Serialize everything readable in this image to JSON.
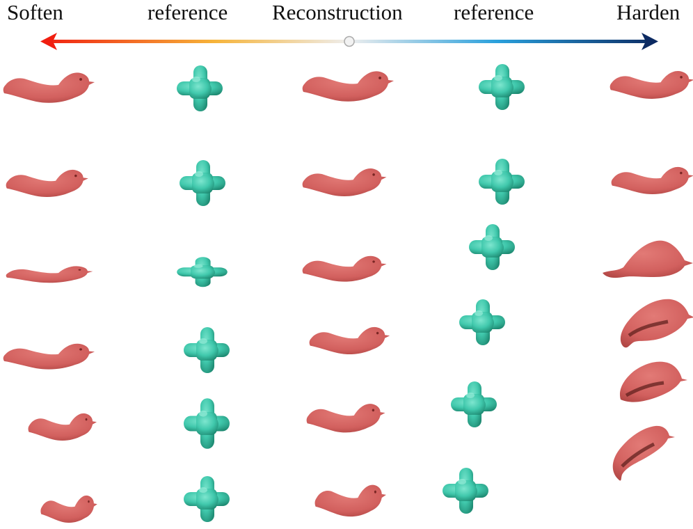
{
  "header": {
    "soften": "Soften",
    "reference_left": "reference",
    "reconstruction": "Reconstruction",
    "reference_right": "reference",
    "harden": "Harden"
  },
  "colors": {
    "arrow_soft_end": "#f01e10",
    "arrow_soft_mid": "#f6b43a",
    "arrow_center": "#eeeeee",
    "arrow_hard_mid": "#2aa0dc",
    "arrow_hard_end": "#0c2a62",
    "bird": "#d2605e",
    "bird_shadow": "#8a2e2c",
    "cross": "#40c8ac",
    "cross_shadow": "#1e8a72"
  },
  "columns": [
    {
      "id": "soften",
      "object": "bird",
      "rows": 6
    },
    {
      "id": "reference-left",
      "object": "cross",
      "rows": 6
    },
    {
      "id": "reconstruction",
      "object": "bird",
      "rows": 6
    },
    {
      "id": "reference-right",
      "object": "cross",
      "rows": 6
    },
    {
      "id": "harden",
      "object": "bird",
      "rows": 6
    }
  ]
}
